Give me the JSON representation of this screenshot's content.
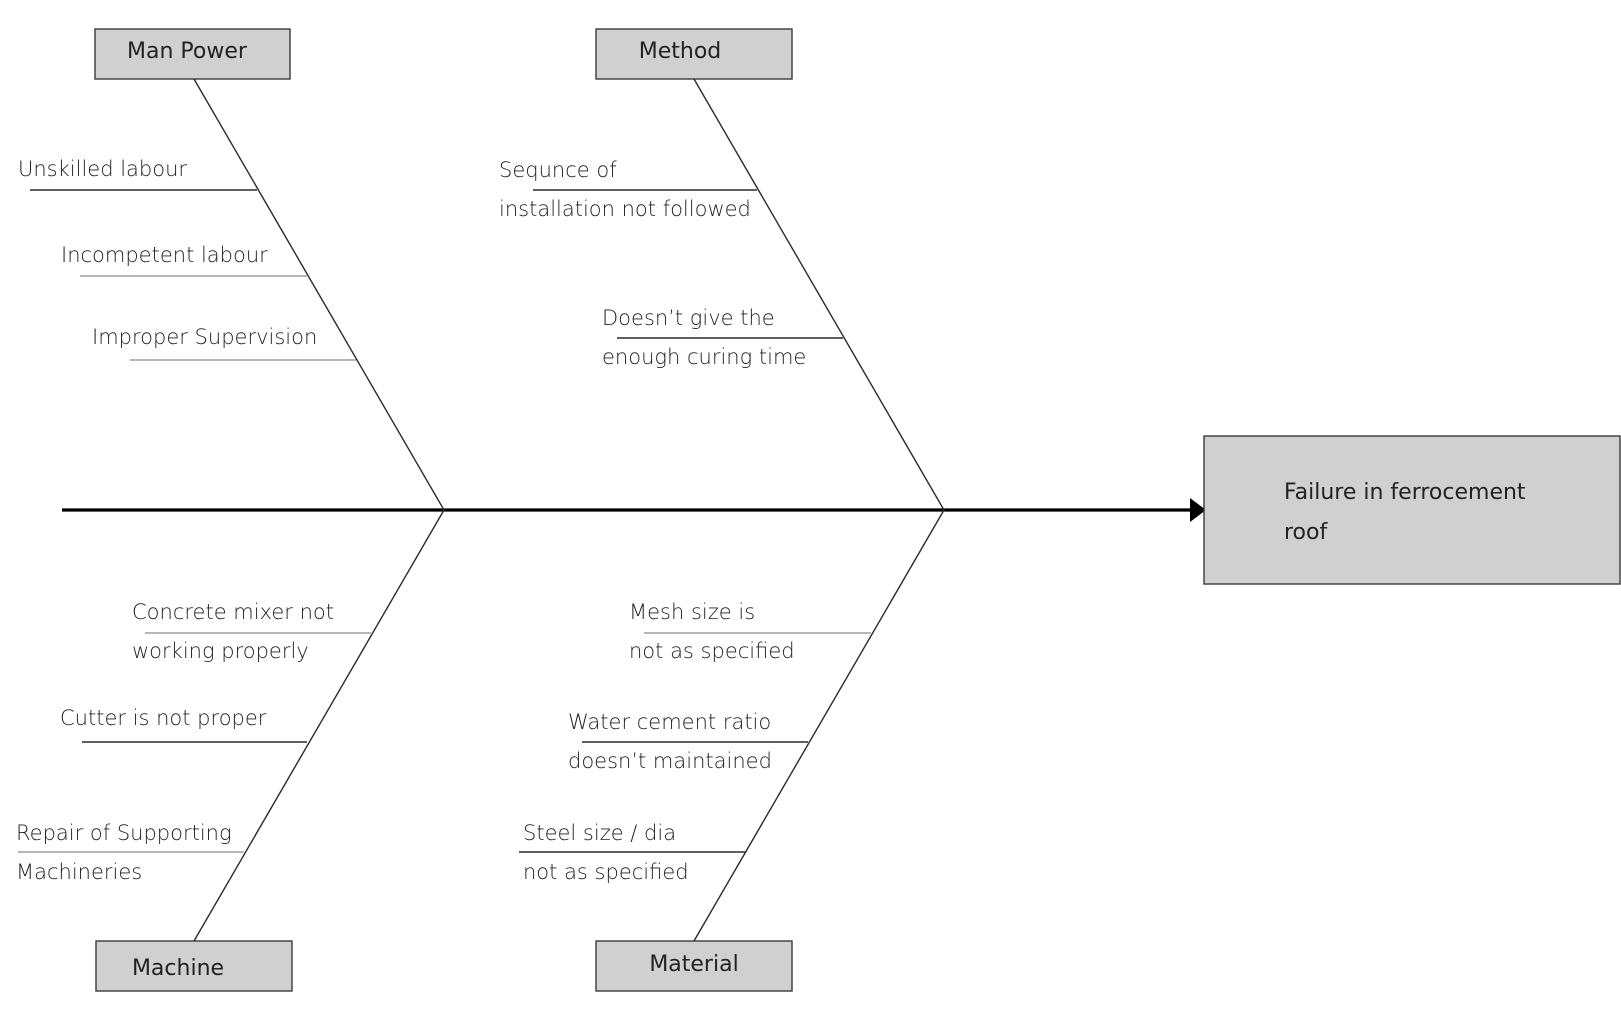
{
  "effect": {
    "line1": "Failure in ferrocement",
    "line2": "roof"
  },
  "categories": {
    "man_power": {
      "title": "Man Power",
      "causes": [
        {
          "line1": "Unskilled labour"
        },
        {
          "line1": "Incompetent labour"
        },
        {
          "line1": "Improper Supervision"
        }
      ]
    },
    "method": {
      "title": "Method",
      "causes": [
        {
          "line1": "Sequnce of",
          "line2": "installation not followed"
        },
        {
          "line1": "Doesn’t give the",
          "line2": "enough curing time"
        }
      ]
    },
    "machine": {
      "title": "Machine",
      "causes": [
        {
          "line1": "Concrete mixer not",
          "line2": "working properly"
        },
        {
          "line1": "Cutter is not proper"
        },
        {
          "line1": "Repair of Supporting",
          "line2": "Machineries"
        }
      ]
    },
    "material": {
      "title": "Material",
      "causes": [
        {
          "line1": "Mesh size is",
          "line2": "not as specified"
        },
        {
          "line1": "Water cement ratio",
          "line2": "doesn’t maintained"
        },
        {
          "line1": "Steel size / dia",
          "line2": "not as specified"
        }
      ]
    }
  }
}
